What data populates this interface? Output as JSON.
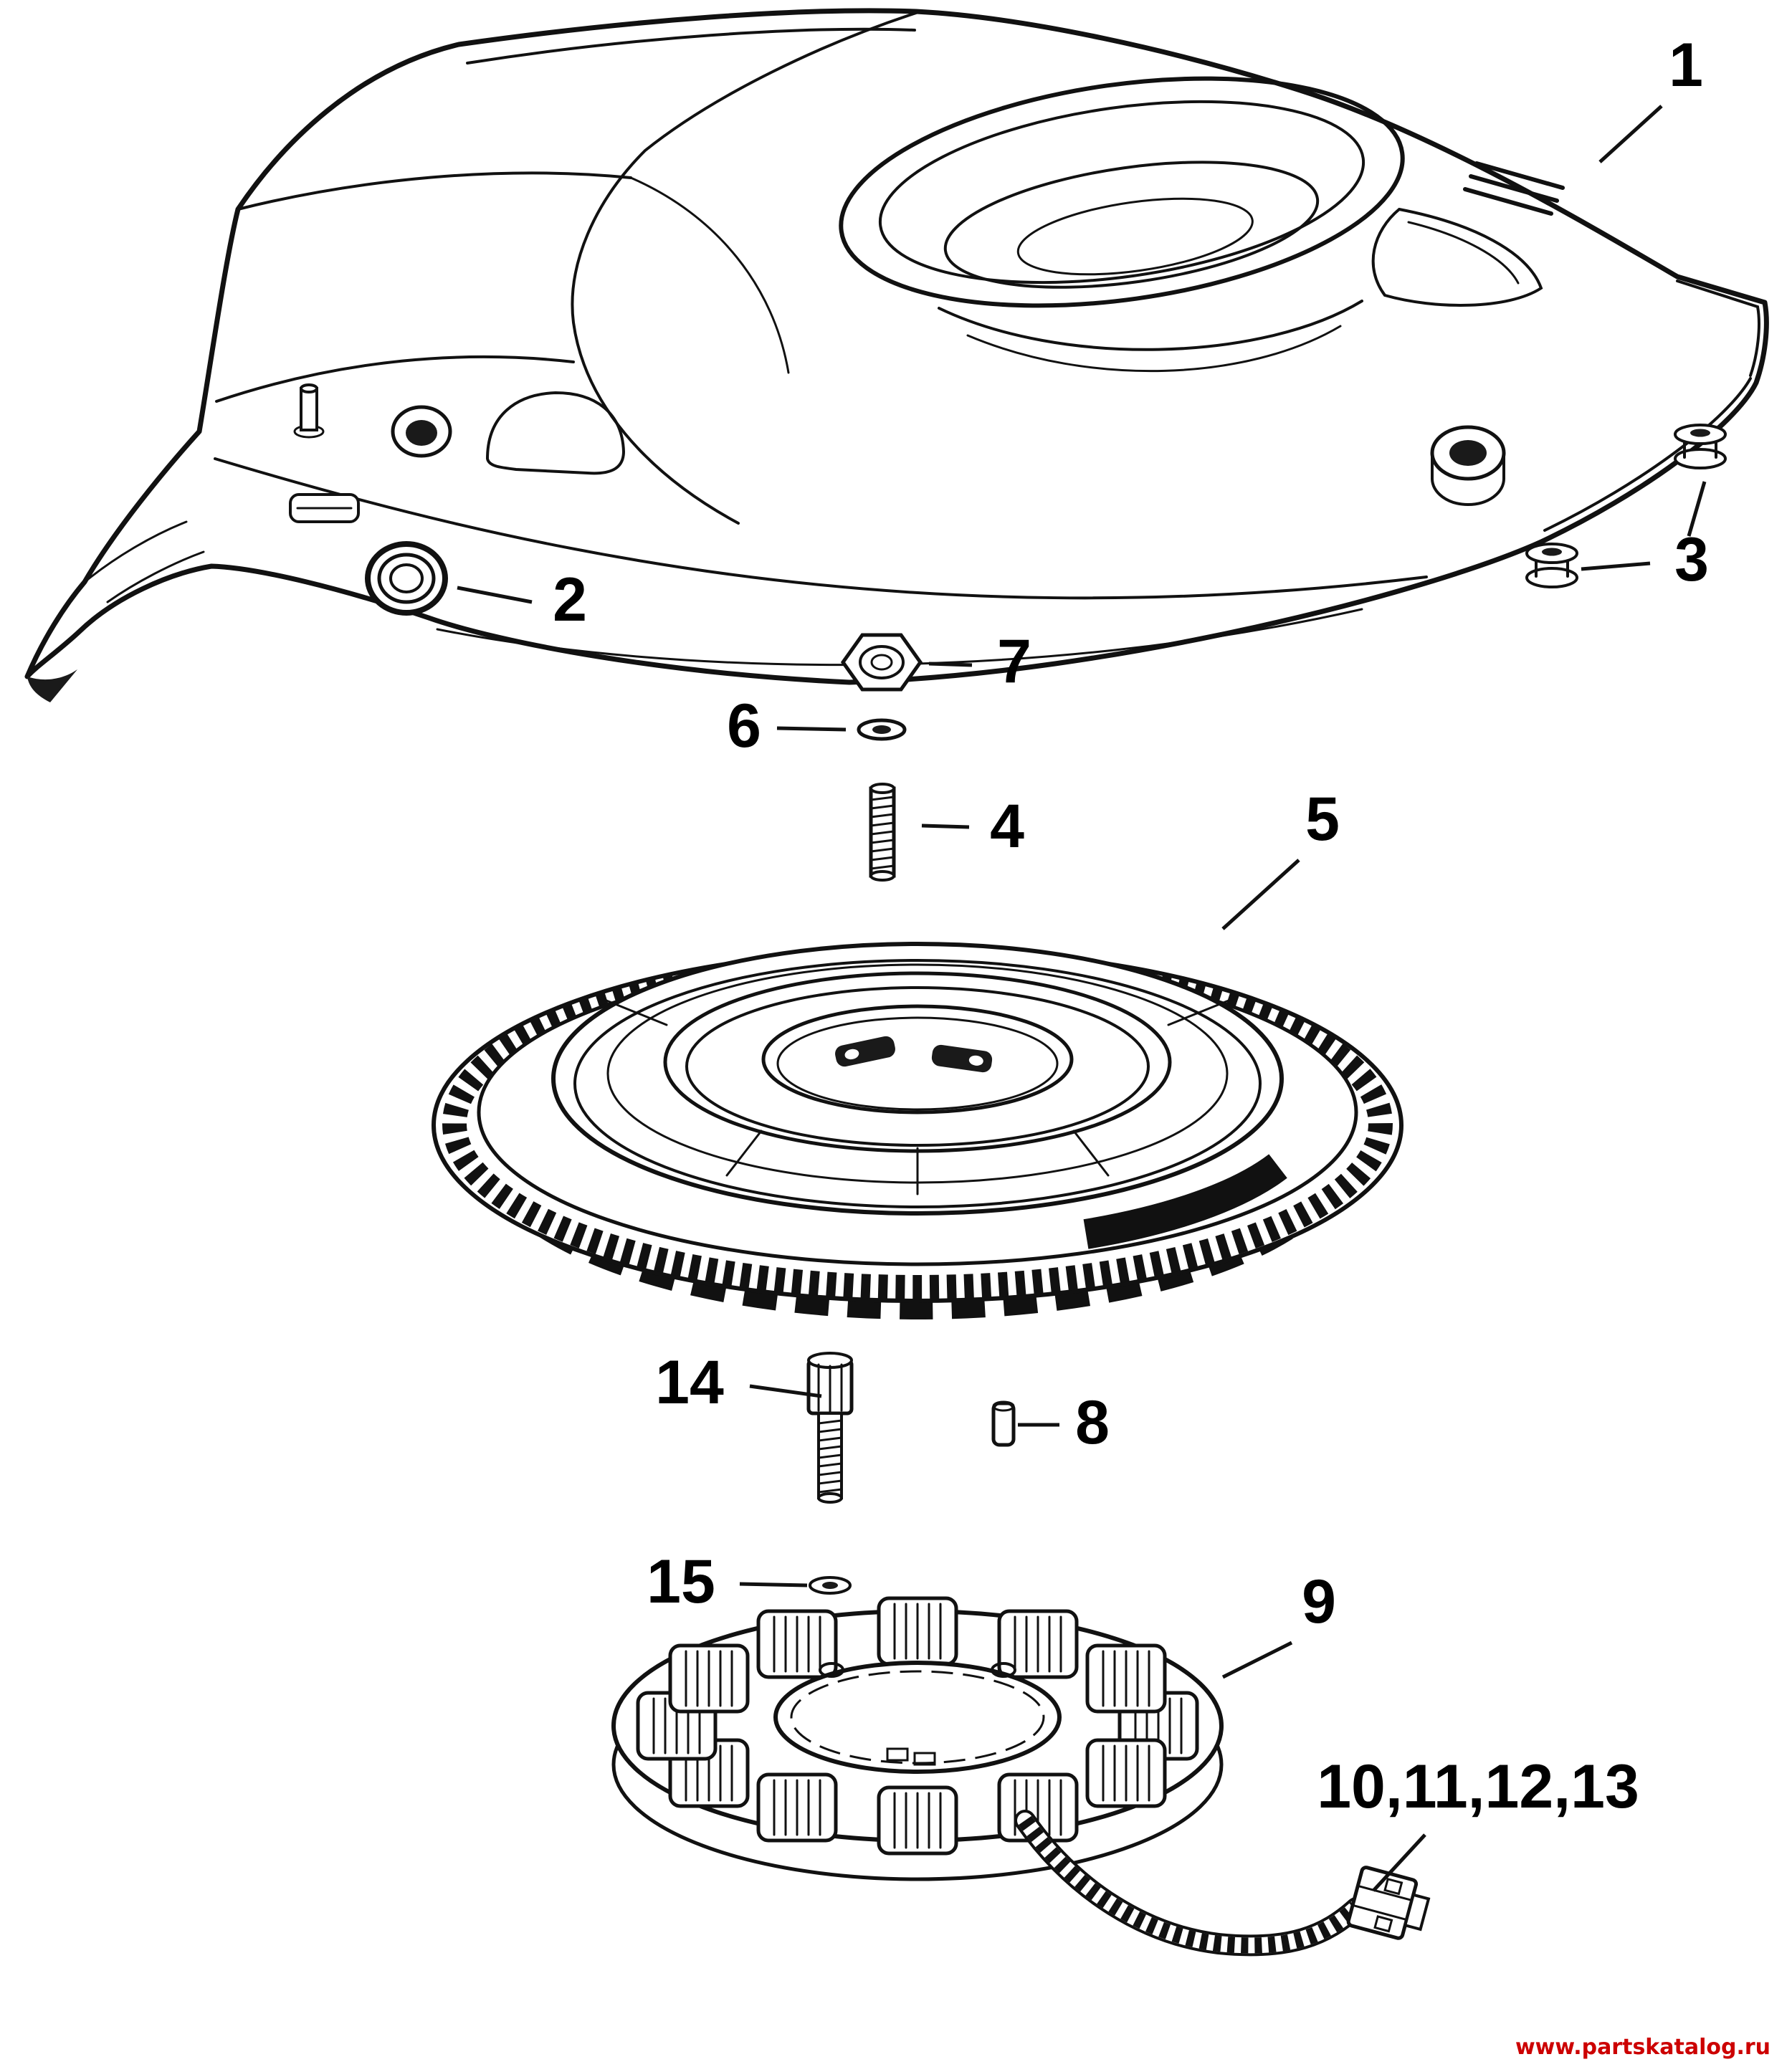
{
  "diagram": {
    "background_color": "#ffffff",
    "line_color": "#111111",
    "watermark": {
      "text": "www.partskatalog.ru",
      "color": "#cc0000"
    },
    "callouts": [
      {
        "text": "1"
      },
      {
        "text": "2"
      },
      {
        "text": "3"
      },
      {
        "text": "7"
      },
      {
        "text": "6"
      },
      {
        "text": "4"
      },
      {
        "text": "5"
      },
      {
        "text": "14"
      },
      {
        "text": "8"
      },
      {
        "text": "15"
      },
      {
        "text": "9"
      },
      {
        "text": "10,11,12,13"
      }
    ]
  }
}
